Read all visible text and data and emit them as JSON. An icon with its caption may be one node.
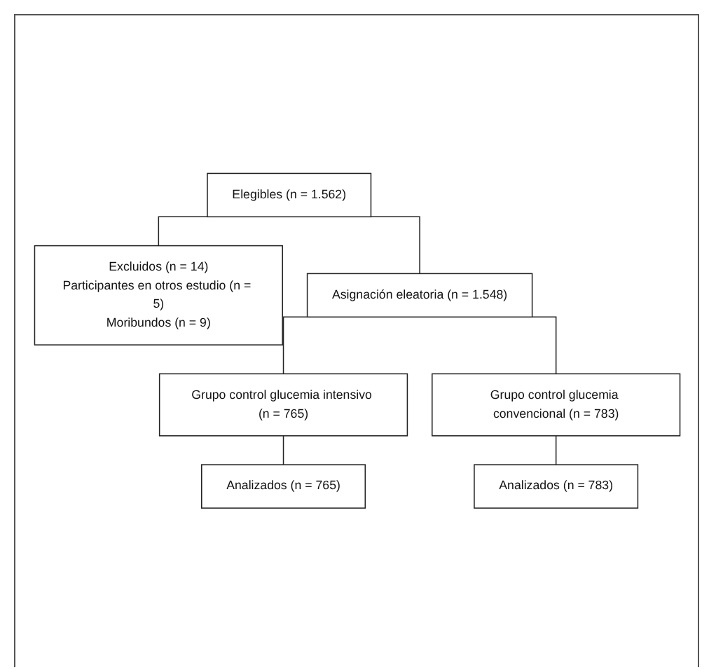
{
  "diagram": {
    "nodes": [
      {
        "text": [
          "Elegibles (n = 1.562)"
        ]
      },
      {
        "text": [
          "Excluidos (n = 14)",
          "Participantes en otros estudio (n = 5)",
          "Moribundos (n = 9)"
        ]
      },
      {
        "text": [
          "Asignación eleatoria (n = 1.548)"
        ]
      },
      {
        "text": [
          "Grupo control glucemia intensivo (n = 765)"
        ]
      },
      {
        "text": [
          "Grupo control glucemia convencional (n = 783)"
        ]
      },
      {
        "text": [
          "Analizados (n = 765)"
        ]
      },
      {
        "text": [
          "Analizados (n = 783)"
        ]
      }
    ],
    "edges": [
      {
        "from": 0,
        "to": 1,
        "arrow": "none"
      },
      {
        "from": 0,
        "to": 2,
        "arrow": "none"
      },
      {
        "from": 2,
        "to": 3,
        "arrow": "none"
      },
      {
        "from": 2,
        "to": 4,
        "arrow": "none"
      },
      {
        "from": 3,
        "to": 5,
        "arrow": "none"
      },
      {
        "from": 4,
        "to": 6,
        "arrow": "none"
      }
    ]
  }
}
